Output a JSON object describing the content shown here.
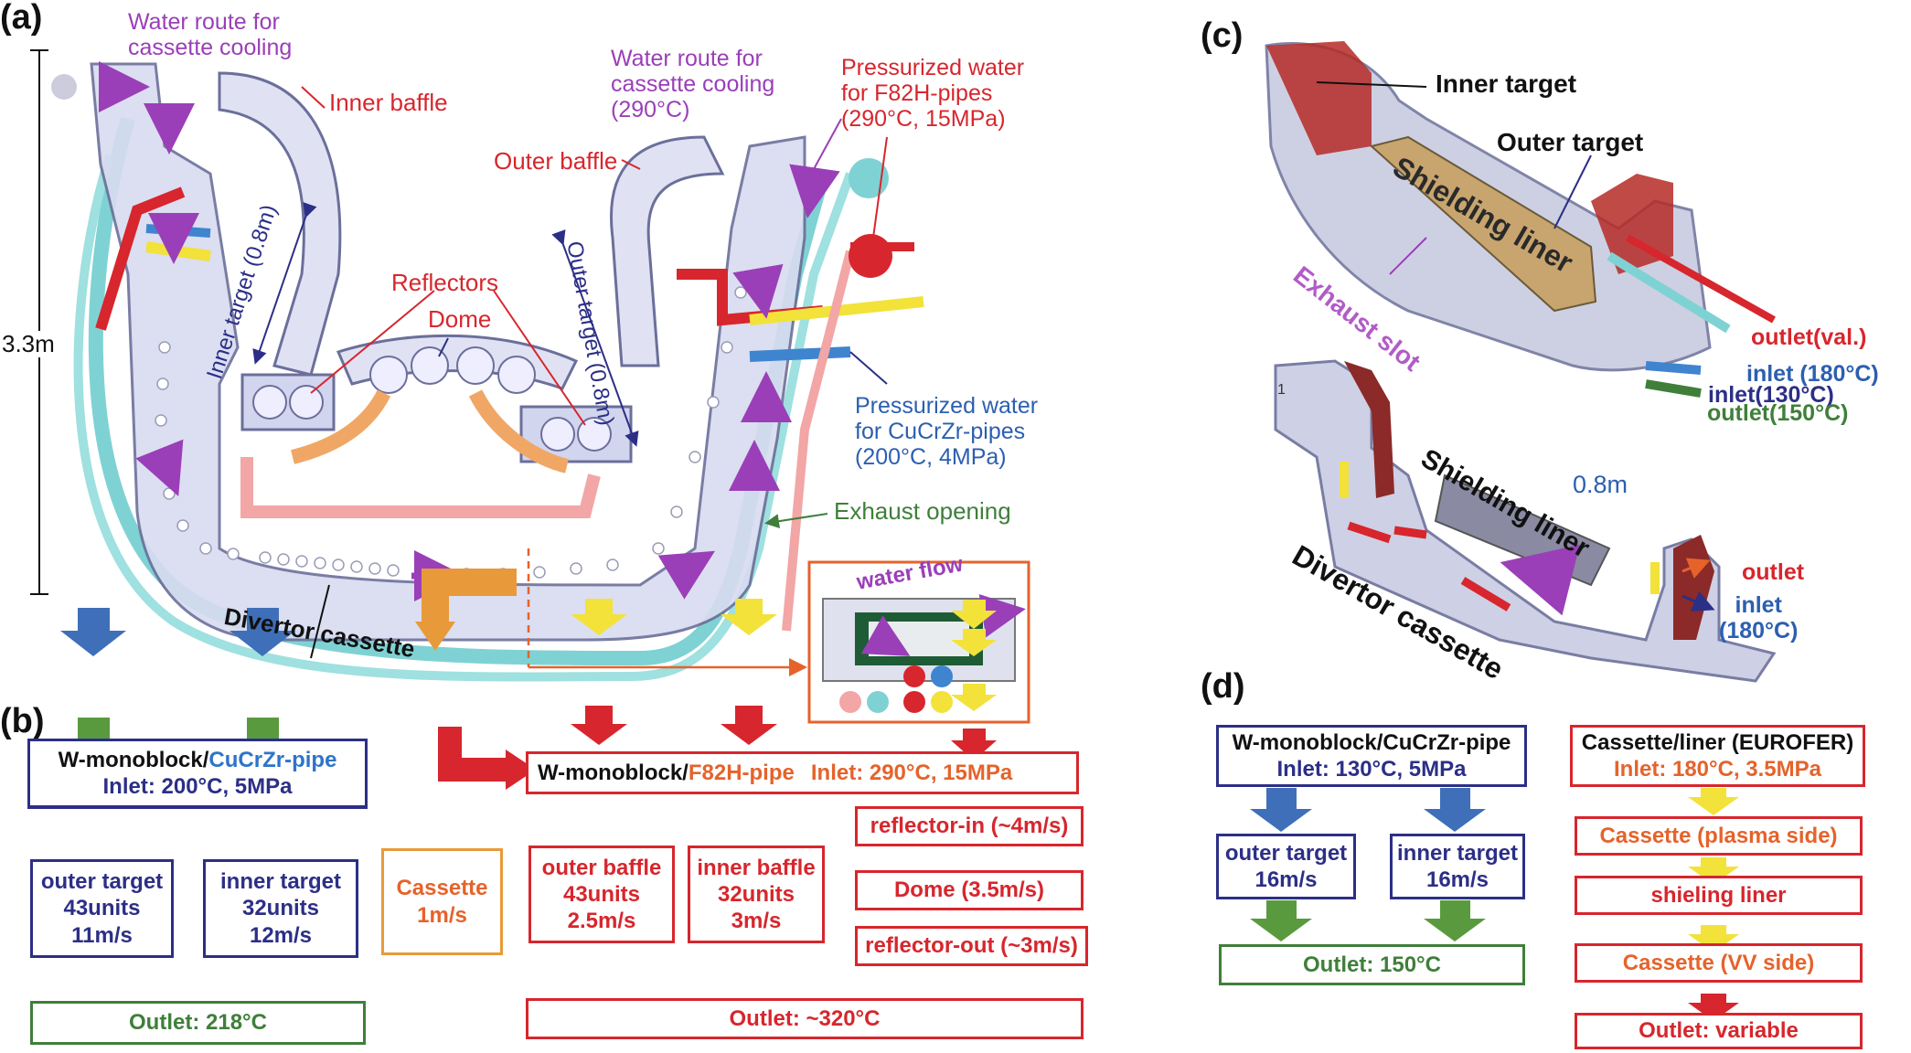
{
  "panels": {
    "a": "(a)",
    "b": "(b)",
    "c": "(c)",
    "d": "(d)"
  },
  "a": {
    "water_route_1": [
      "Water route for",
      "cassette cooling"
    ],
    "inner_baffle": "Inner baffle",
    "water_route_2": [
      "Water route for",
      "cassette cooling",
      "(290°C)"
    ],
    "pressurized_f82h": [
      "Pressurized water",
      "for F82H-pipes",
      "(290°C, 15MPa)"
    ],
    "outer_baffle": "Outer baffle",
    "inner_target": "Inner target (0.8m)",
    "outer_target": "Outer target (0.8m)",
    "reflectors": "Reflectors",
    "dome": "Dome",
    "height": "3.3m",
    "pressurized_cucrzr": [
      "Pressurized water",
      "for CuCrZr-pipes",
      "(200°C, 4MPa)"
    ],
    "exhaust_opening": "Exhaust opening",
    "divertor_cassette": "Divertor cassette",
    "water_flow": "water flow"
  },
  "b": {
    "cucrzr_box": {
      "prefix": "W-monoblock/",
      "pipe": "CuCrZr-pipe",
      "inlet": "Inlet: 200°C, 5MPa"
    },
    "outer_target": [
      "outer target",
      "43units",
      "11m/s"
    ],
    "inner_target": [
      "inner target",
      "32units",
      "12m/s"
    ],
    "outlet_218": "Outlet: 218°C",
    "f82h_box": {
      "prefix": "W-monoblock/",
      "pipe": "F82H-pipe",
      "inlet": "Inlet: 290°C, 15MPa"
    },
    "cassette": [
      "Cassette",
      "1m/s"
    ],
    "outer_baffle": [
      "outer baffle",
      "43units",
      "2.5m/s"
    ],
    "inner_baffle": [
      "inner baffle",
      "32units",
      "3m/s"
    ],
    "reflector_in": "reflector-in (~4m/s)",
    "dome": "Dome (3.5m/s)",
    "reflector_out": "reflector-out (~3m/s)",
    "outlet_320": "Outlet: ~320°C"
  },
  "c": {
    "inner_target": "Inner target",
    "outer_target": "Outer target",
    "shielding_liner": "Shielding liner",
    "exhaust_slot": "Exhaust slot",
    "outlet_val": "outlet(val.)",
    "inlet_180": "inlet (180°C)",
    "inlet_130": "inlet(130°C)",
    "outlet_150": "outlet(150°C)",
    "shielding_liner_2": "Shielding liner",
    "size": "0.8m",
    "divertor_cassette": "Divertor cassette",
    "outlet": "outlet",
    "inlet_2": [
      "inlet",
      "(180°C)"
    ],
    "axis_mark": "1"
  },
  "d": {
    "cucrzr_box": [
      "W-monoblock/CuCrZr-pipe",
      "Inlet: 130°C, 5MPa"
    ],
    "outer_target": [
      "outer target",
      "16m/s"
    ],
    "inner_target": [
      "inner target",
      "16m/s"
    ],
    "outlet_150": "Outlet: 150°C",
    "eurofer_box": [
      "Cassette/liner (EUROFER)",
      "Inlet: 180°C, 3.5MPa"
    ],
    "cassette_plasma": "Cassette (plasma side)",
    "shieling_liner": "shieling liner",
    "cassette_vv": "Cassette (VV side)",
    "outlet_variable": "Outlet: variable"
  },
  "colors": {
    "blue": "#2c2f86",
    "red": "#d7262d",
    "green": "#3f7f3a",
    "orange": "#e89a3a",
    "purple": "#9a3fb8",
    "cyan": "#7fd2d3",
    "yellow": "#f2e23a",
    "pipe_blue": "#3f84cf"
  }
}
